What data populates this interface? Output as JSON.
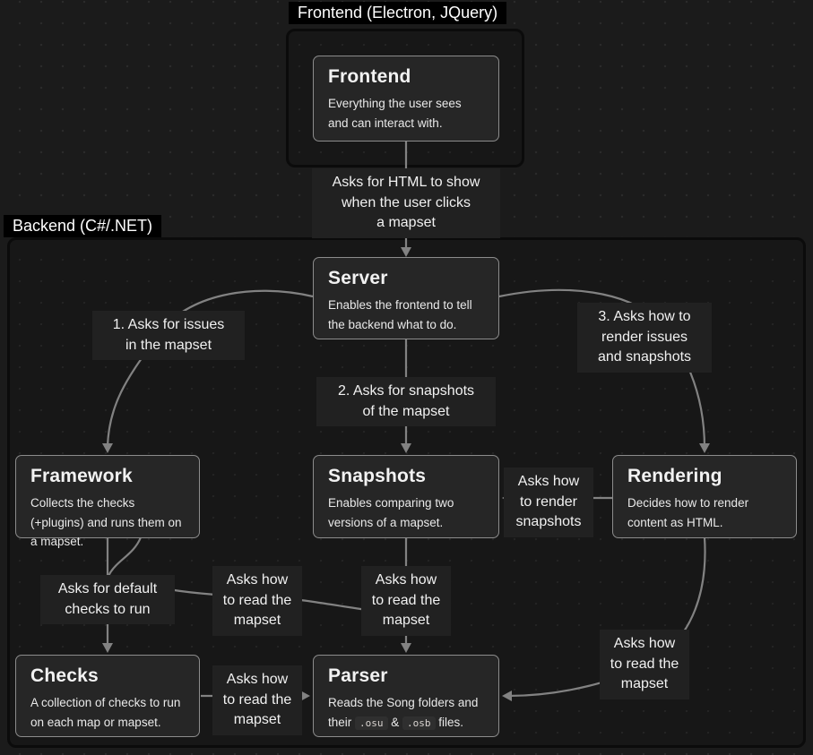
{
  "groups": {
    "frontend": {
      "label": "Frontend (Electron, JQuery)"
    },
    "backend": {
      "label": "Backend (C#/.NET)"
    }
  },
  "nodes": {
    "frontend": {
      "title": "Frontend",
      "description": "Everything the user sees and can interact with."
    },
    "server": {
      "title": "Server",
      "description": "Enables the frontend to tell the backend what to do."
    },
    "framework": {
      "title": "Framework",
      "description": "Collects the checks (+plugins) and runs them on a mapset."
    },
    "snapshots": {
      "title": "Snapshots",
      "description": "Enables comparing two versions of a mapset."
    },
    "rendering": {
      "title": "Rendering",
      "description": "Decides how to render content as HTML."
    },
    "checks": {
      "title": "Checks",
      "description": "A collection of checks to run on each map or mapset."
    },
    "parser": {
      "title": "Parser",
      "desc_before": "Reads the Song folders and their ",
      "code_osu": ".osu",
      "desc_mid": " & ",
      "code_osb": ".osb",
      "desc_after": " files."
    }
  },
  "edges": {
    "frontend_server": {
      "label": "Asks for HTML to show\nwhen the user clicks\na mapset"
    },
    "server_framework": {
      "label": "1. Asks for issues\nin the mapset"
    },
    "server_snapshots": {
      "label": "2. Asks for snapshots\nof the mapset"
    },
    "server_rendering": {
      "label": "3. Asks how to\nrender issues\nand snapshots"
    },
    "rendering_snapshots": {
      "label": "Asks how\nto render\nsnapshots"
    },
    "framework_checks": {
      "label": "Asks for default\nchecks to run"
    },
    "framework_parser": {
      "label": "Asks how\nto read the\nmapset"
    },
    "snapshots_parser": {
      "label": "Asks how\nto read the\nmapset"
    },
    "checks_parser": {
      "label": "Asks how\nto read the\nmapset"
    },
    "rendering_parser": {
      "label": "Asks how\nto read the\nmapset"
    }
  },
  "colors": {
    "background": "#1b1b1b",
    "group_chip_bg": "#000000",
    "node_fill": "#262626",
    "node_border": "#8c8c8c",
    "edge": "#828282",
    "text": "#f1f1f1"
  }
}
